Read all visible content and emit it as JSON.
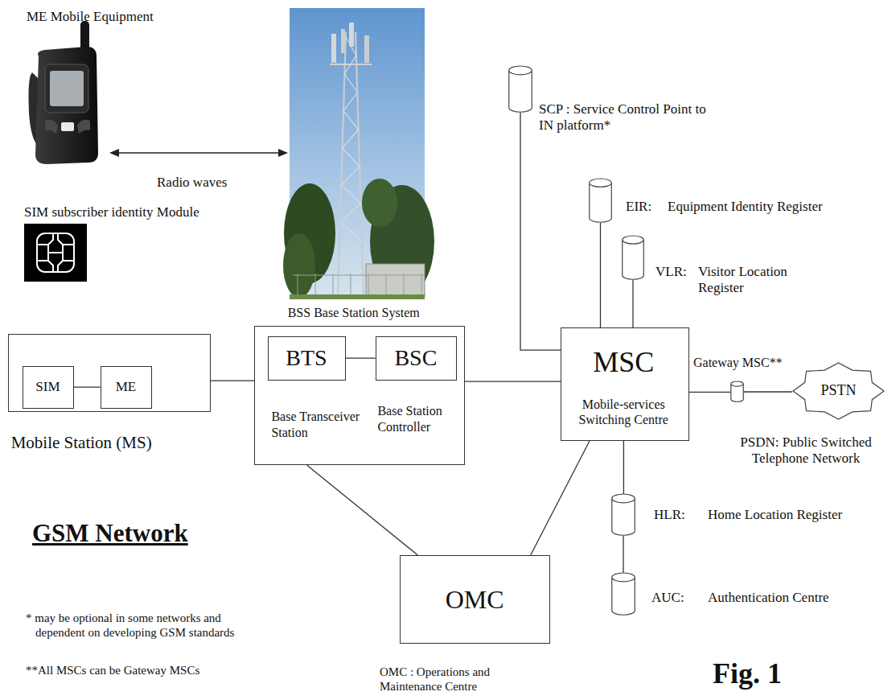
{
  "diagram": {
    "title": "GSM Network",
    "caption": "Fig. 1",
    "nodes": [
      {
        "text": [
          "Mobile Station (MS)"
        ]
      },
      {
        "text": [
          "SIM"
        ],
        "in": 0
      },
      {
        "text": [
          "ME"
        ],
        "in": 0
      },
      {
        "text": [
          "BSS Base Station System"
        ]
      },
      {
        "text": [
          "BTS",
          "Base Transceiver Station"
        ],
        "in": 3
      },
      {
        "text": [
          "BSC",
          "Base Station Controller"
        ],
        "in": 3
      },
      {
        "text": [
          "MSC",
          "Mobile-services Switching Centre"
        ]
      },
      {
        "text": [
          "OMC"
        ]
      },
      {
        "text": [
          "SCP : Service Control Point to IN platform*"
        ]
      },
      {
        "text": [
          "EIR:",
          "Equipment Identity Register"
        ]
      },
      {
        "text": [
          "VLR:",
          "Visitor Location Register"
        ]
      },
      {
        "text": [
          "Gateway MSC**"
        ]
      },
      {
        "text": [
          "PSTN",
          "PSDN: Public Switched Telephone Network"
        ]
      },
      {
        "text": [
          "HLR:",
          "Home Location Register"
        ]
      },
      {
        "text": [
          "AUC:",
          "Authentication Centre"
        ]
      }
    ],
    "edges": [
      {
        "from": 1,
        "to": 2,
        "arrow": "none"
      },
      {
        "from": 0,
        "to": 3,
        "arrow": "none"
      },
      {
        "from": 4,
        "to": 5,
        "arrow": "none"
      },
      {
        "from": 3,
        "to": 6,
        "arrow": "none"
      },
      {
        "from": 3,
        "to": 7,
        "arrow": "none"
      },
      {
        "from": 6,
        "to": 7,
        "arrow": "none"
      },
      {
        "from": 8,
        "to": 6,
        "arrow": "none"
      },
      {
        "from": 9,
        "to": 6,
        "arrow": "none"
      },
      {
        "from": 10,
        "to": 6,
        "arrow": "none"
      },
      {
        "from": 6,
        "to": 11,
        "arrow": "none"
      },
      {
        "from": 11,
        "to": 12,
        "arrow": "none"
      },
      {
        "from": 6,
        "to": 13,
        "arrow": "none"
      },
      {
        "from": 13,
        "to": 14,
        "arrow": "none"
      }
    ],
    "labels": [
      "ME Mobile Equipment",
      "Radio waves",
      "SIM subscriber identity Module",
      "* may be optional in some networks and dependent on developing GSM standards",
      "**All MSCs can be Gateway MSCs",
      "OMC : Operations and Maintenance Centre"
    ]
  }
}
